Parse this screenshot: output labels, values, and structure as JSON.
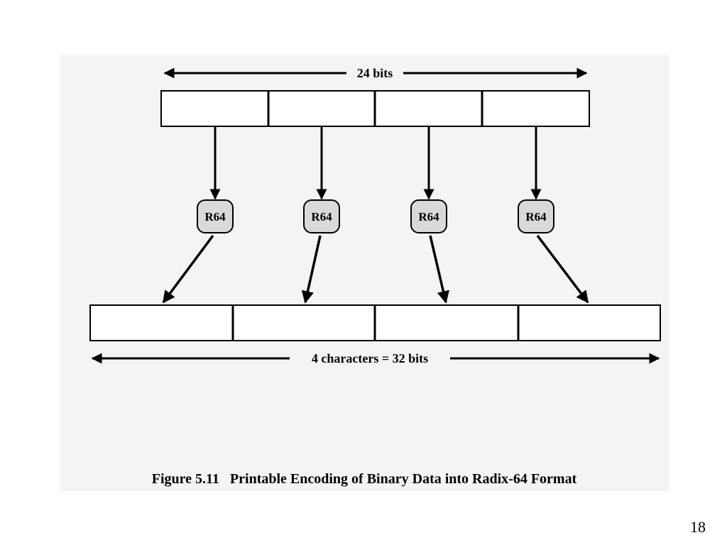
{
  "diagram": {
    "top_label": "24 bits",
    "bottom_label": "4 characters = 32 bits",
    "encoder_labels": [
      "R64",
      "R64",
      "R64",
      "R64"
    ],
    "caption": "Figure 5.11   Printable Encoding of Binary Data into Radix-64 Format"
  },
  "slide_number": "18",
  "colors": {
    "panel_background": "#f4f4f4",
    "box_fill": "#ffffff",
    "encoder_fill": "#d9d9d9",
    "line": "#000000"
  }
}
